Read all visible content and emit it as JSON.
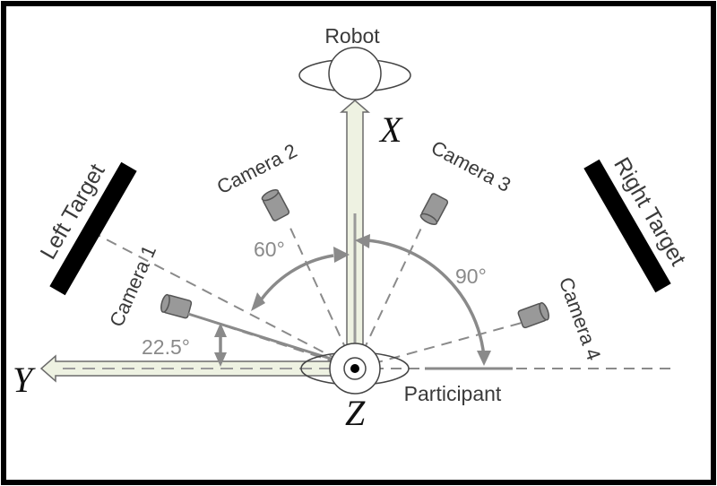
{
  "labels": {
    "robot": "Robot",
    "participant": "Participant",
    "left_target": "Left Target",
    "right_target": "Right Target",
    "camera_1": "Camera 1",
    "camera_2": "Camera 2",
    "camera_3": "Camera 3",
    "camera_4": "Camera 4"
  },
  "axes": {
    "x": "X",
    "y": "Y",
    "z": "Z"
  },
  "angles": {
    "a1": "22.5°",
    "a2": "60°",
    "a3": "90°"
  },
  "colors": {
    "border": "#000000",
    "axis_fill": "#eef2e2",
    "axis_stroke": "#6b6b6b",
    "dashed": "#8a8a8a",
    "arc": "#8a8a8a",
    "camera": "#999999",
    "target": "#000000"
  }
}
